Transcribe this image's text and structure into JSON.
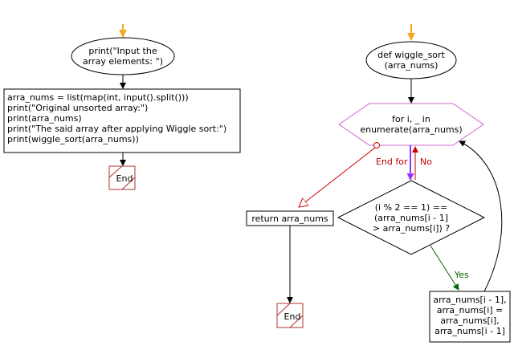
{
  "left": {
    "print_prompt": [
      "print(\"Input the",
      "array elements: \")"
    ],
    "code_block": [
      "arra_nums = list(map(int, input().split()))",
      "print(\"Original unsorted array:\")",
      "print(arra_nums)",
      "print(\"The said array after applying Wiggle sort:\")",
      "print(wiggle_sort(arra_nums))"
    ],
    "end_label": "End"
  },
  "right": {
    "def_label": [
      "def wiggle_sort",
      "(arra_nums)"
    ],
    "loop_label": [
      "for i, _ in",
      "enumerate(arra_nums)"
    ],
    "end_for_label": "End for",
    "no_label": "No",
    "condition_label": [
      "(i % 2 == 1) ==",
      "(arra_nums[i - 1]",
      "> arra_nums[i]) ?"
    ],
    "yes_label": "Yes",
    "swap_block": [
      "arra_nums[i - 1],",
      "arra_nums[i] =",
      "arra_nums[i],",
      "arra_nums[i - 1]"
    ],
    "return_label": "return arra_nums",
    "end_label": "End"
  },
  "colors": {
    "start_arrow": "#f5a623",
    "loop_border": "#cc66cc",
    "end_for_arrow": "#cc0000",
    "no_arrow": "#9933ff",
    "yes_arrow": "#006400",
    "end_box_border": "#b03030",
    "line": "#000000"
  }
}
